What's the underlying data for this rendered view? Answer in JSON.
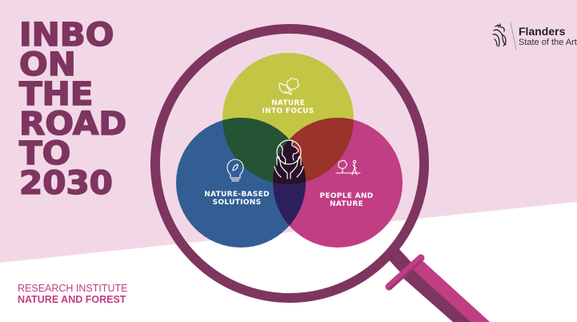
{
  "title": {
    "lines": [
      "INBO",
      "ON",
      "THE",
      "ROAD",
      "TO",
      "2030"
    ]
  },
  "brand": {
    "name": "Flanders",
    "tagline": "State of the Art",
    "icon": "flemish-lion-icon"
  },
  "institute": {
    "line1": "RESEARCH INSTITUTE",
    "line2": "NATURE AND FOREST"
  },
  "venn": {
    "circles": [
      {
        "id": "nature-into-focus",
        "label_lines": [
          "NATURE",
          "INTO FOCUS"
        ],
        "color": "#c3c545",
        "icon": "bird-tree-icon"
      },
      {
        "id": "nature-based-solutions",
        "label_lines": [
          "NATURE-BASED",
          "SOLUTIONS"
        ],
        "color": "#335e94",
        "icon": "lightbulb-leaf-icon"
      },
      {
        "id": "people-and-nature",
        "label_lines": [
          "PEOPLE AND",
          "NATURE"
        ],
        "color": "#c13d84",
        "icon": "person-walking-tree-icon"
      }
    ],
    "center_icon": "hands-holding-globe-icon",
    "overlap_colors": {
      "yellow_blue": "#245433",
      "yellow_pink": "#9a3329",
      "blue_pink": "#2c1f5c",
      "center": "#2a1028"
    }
  },
  "colors": {
    "background_pink": "#f2d8e6",
    "magnifier_dark": "#7e3560",
    "magnifier_light": "#c13d84",
    "title": "#7e3560",
    "institute": "#c23d84"
  }
}
